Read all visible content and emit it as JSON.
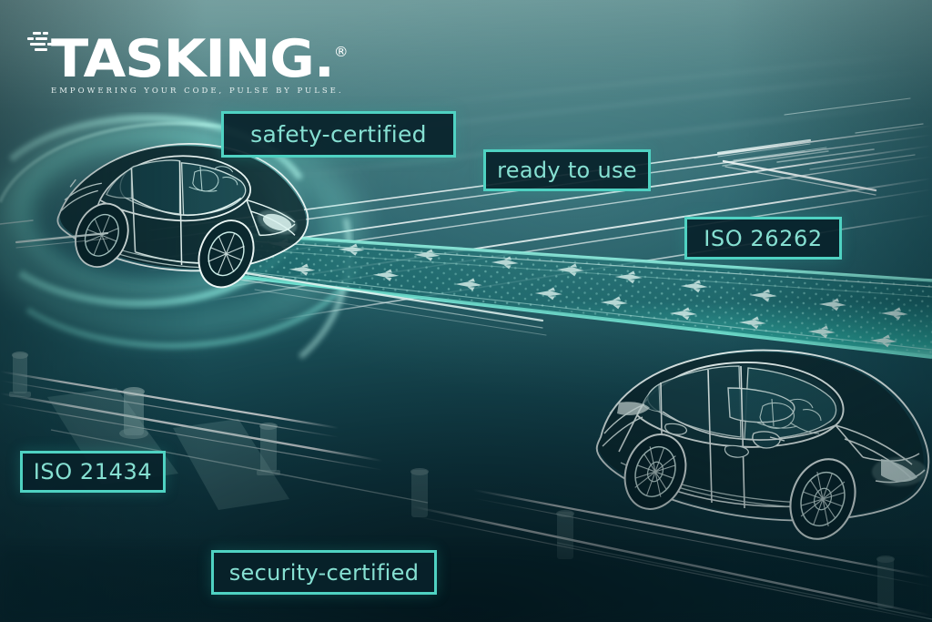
{
  "image": {
    "kind": "marketing-hero-image",
    "subject": "two wireframe cars on a digital highway"
  },
  "brand": {
    "logo_wordmark": "TASKING",
    "logo_period": ".",
    "registered_mark": "®",
    "tagline": "EMPOWERING YOUR CODE, PULSE BY PULSE.",
    "speed_dashes_icon": "speed-dashes-icon"
  },
  "palette": {
    "label_border": "#4fd2c2",
    "label_fill": "#08222a",
    "label_text": "#86e0d2",
    "logo_text": "#ffffff",
    "bg_top": "#7ba3a3",
    "bg_bottom": "#08242b",
    "highway_band": "#2f9f94",
    "wireframe_line": "#e8f4f2"
  },
  "labels": [
    {
      "id": "safety",
      "text": "safety-certified"
    },
    {
      "id": "ready",
      "text": "ready to use"
    },
    {
      "id": "iso26262",
      "text": "ISO 26262"
    },
    {
      "id": "iso21434",
      "text": "ISO 21434"
    },
    {
      "id": "security",
      "text": "security-certified"
    }
  ],
  "scene": {
    "vehicles": [
      {
        "id": "car-upper-left",
        "style": "wireframe-sedan",
        "glow_rings": 2
      },
      {
        "id": "car-lower-right",
        "style": "wireframe-sedan",
        "glow_rings": 0
      }
    ],
    "highway": {
      "id": "data-highway-band",
      "description": "glowing teal data band with dot grid and flowing arrow packets",
      "packet_icon": "data-packet-arrow-icon"
    },
    "bollards": 6,
    "lane_lines": 14
  }
}
